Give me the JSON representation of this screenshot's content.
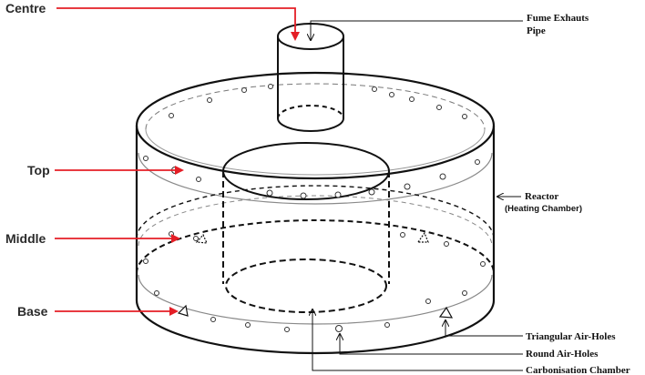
{
  "labels": {
    "centre": "Centre",
    "top": "Top",
    "middle": "Middle",
    "base": "Base",
    "fume_line1": "Fume Exhauts",
    "fume_line2": "Pipe",
    "reactor_line1": "Reactor",
    "reactor_line2": "(Heating Chamber)",
    "triangular": "Triangular Air-Holes",
    "round": "Round Air-Holes",
    "carbonisation": "Carbonisation Chamber"
  },
  "colors": {
    "arrow": "#e41e26",
    "line": "#111111",
    "ring_line": "#8a8a8a"
  }
}
